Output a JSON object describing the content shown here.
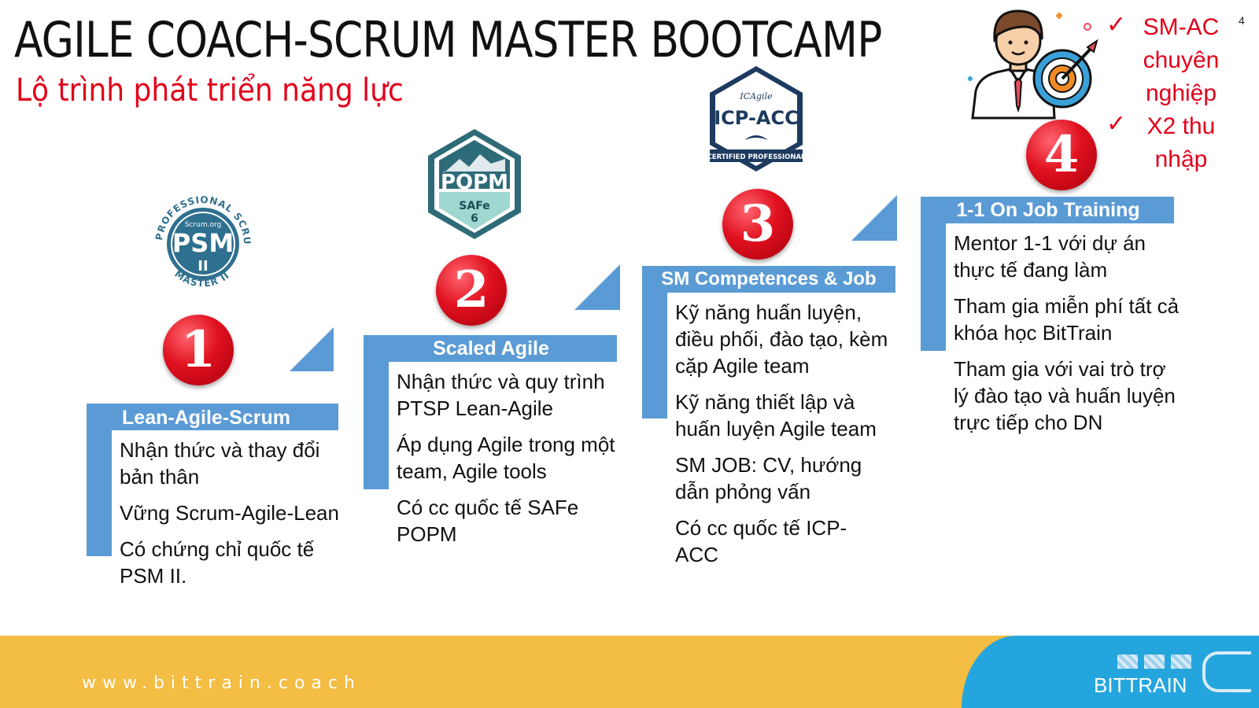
{
  "page": {
    "title": "AGILE COACH-SCRUM MASTER BOOTCAMP",
    "subtitle": "Lộ trình phát triển năng lực",
    "page_number": "4"
  },
  "outcomes": {
    "items": [
      {
        "check": "✓",
        "lines": [
          "SM-AC",
          "chuyên",
          "nghiệp"
        ]
      },
      {
        "check": "✓",
        "lines": [
          "X2 thu",
          "nhập"
        ]
      }
    ]
  },
  "steps": [
    {
      "number": "1",
      "header": "Lean-Agile-Scrum",
      "items": [
        "Nhận thức và thay đổi bản thân",
        "Vững Scrum-Agile-Lean",
        "Có chứng chỉ quốc tế PSM II."
      ],
      "badge": {
        "top": "PROFESSIONAL SCRUM",
        "org": "Scrum.org",
        "main": "PSM",
        "level": "II",
        "bottom": "MASTER II"
      }
    },
    {
      "number": "2",
      "header": "Scaled Agile",
      "items": [
        "Nhận thức và quy trình PTSP Lean-Agile",
        "Áp dụng Agile trong một team, Agile tools",
        "Có cc quốc tế SAFe POPM"
      ],
      "badge": {
        "main": "POPM",
        "brand": "SAFe",
        "version": "6"
      }
    },
    {
      "number": "3",
      "header": "SM Competences & Job",
      "items": [
        "Kỹ năng huấn luyện, điều phối, đào tạo, kèm cặp Agile team",
        "Kỹ năng thiết lập và huấn luyện Agile team",
        "SM JOB: CV, hướng dẫn phỏng vấn",
        "Có cc quốc tế ICP-ACC"
      ],
      "badge": {
        "org": "ICAgile",
        "main": "ICP-ACC",
        "bottom": "CERTIFIED PROFESSIONAL"
      }
    },
    {
      "number": "4",
      "header": "1-1 On Job Training",
      "items": [
        "Mentor 1-1 với dự án thực tế đang làm",
        "Tham gia miễn phí tất cả khóa học BitTrain",
        "Tham gia với vai trò trợ lý đào tạo và huấn luyện trực tiếp cho DN"
      ]
    }
  ],
  "footer": {
    "url": "www.bittrain.coach",
    "brand": "BITTRAIN"
  }
}
